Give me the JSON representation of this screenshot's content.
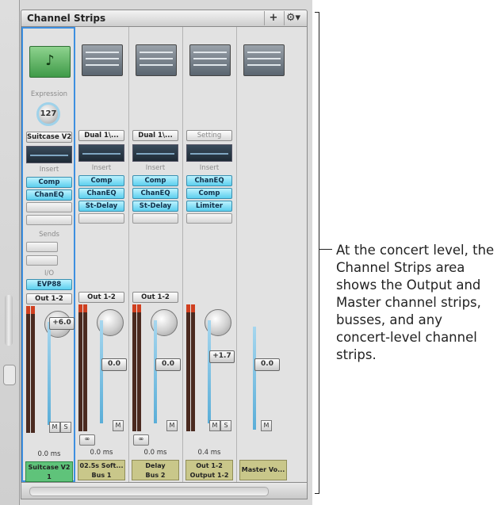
{
  "panel": {
    "title": "Channel Strips",
    "add_label": "+",
    "gear_label": "⚙▾"
  },
  "labels": {
    "expression": "Expression",
    "insert": "Insert",
    "sends": "Sends",
    "io": "I/O"
  },
  "strips": [
    {
      "type": "instrument",
      "expression_value": "127",
      "setting": "Suitcase V2",
      "inserts": [
        "Comp",
        "ChanEQ"
      ],
      "io_input": "EVP88",
      "output": "Out 1-2",
      "fader_value": "+6.0",
      "mute": "M",
      "solo": "S",
      "delay": "0.0 ms",
      "name_line1": "Suitcase V2",
      "name_line2": "1"
    },
    {
      "type": "aux",
      "setting": "Dual 1\\...",
      "inserts": [
        "Comp",
        "ChanEQ",
        "St-Delay"
      ],
      "output": "Out 1-2",
      "fader_value": "0.0",
      "mute": "M",
      "delay": "0.0 ms",
      "name_line1": "02.5s Soft...",
      "name_line2": "Bus 1"
    },
    {
      "type": "aux",
      "setting": "Dual 1\\...",
      "inserts": [
        "Comp",
        "ChanEQ",
        "St-Delay"
      ],
      "output": "Out 1-2",
      "fader_value": "0.0",
      "mute": "M",
      "delay": "0.0 ms",
      "name_line1": "Delay",
      "name_line2": "Bus 2"
    },
    {
      "type": "output",
      "setting": "Setting",
      "inserts": [
        "ChanEQ",
        "Comp",
        "Limiter"
      ],
      "fader_value": "+1.7",
      "mute": "M",
      "solo": "S",
      "delay": "0.4 ms",
      "name_line1": "Out 1-2",
      "name_line2": "Output 1-2"
    },
    {
      "type": "master",
      "fader_value": "0.0",
      "mute": "M",
      "name_line1": "Master Vo..."
    }
  ],
  "link_icon_label": "∞",
  "callout_text": "At the concert level, the Channel Strips area shows the Output and Master channel strips, busses, and any concert-level channel strips."
}
